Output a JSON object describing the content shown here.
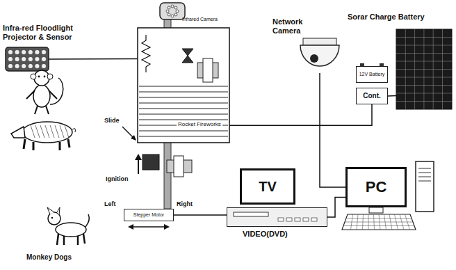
{
  "diagram": {
    "nodes": [
      {
        "text": [
          "Infrared Camera"
        ]
      },
      {
        "text": [
          "Infra-red Floodlight Projector & Sensor"
        ]
      },
      {
        "text": [
          "Rocket Fireworks"
        ]
      },
      {
        "text": [
          "Network Camera"
        ]
      },
      {
        "text": [
          "Sorar Charge Battery"
        ]
      },
      {
        "text": [
          "12V Battery"
        ]
      },
      {
        "text": [
          "Cont."
        ]
      },
      {
        "text": [
          "Stepper Motor"
        ]
      },
      {
        "text": [
          "TV"
        ]
      },
      {
        "text": [
          "VIDEO(DVD)"
        ]
      },
      {
        "text": [
          "PC"
        ]
      }
    ],
    "edges": [
      {
        "from": 1,
        "to": 2,
        "arrow": "none"
      },
      {
        "from": 2,
        "to": 6,
        "arrow": "none"
      },
      {
        "from": 6,
        "to": 4,
        "arrow": "none"
      },
      {
        "from": 7,
        "to": 9,
        "arrow": "none"
      },
      {
        "from": 3,
        "to": 10,
        "arrow": "none"
      },
      {
        "from": 9,
        "to": 10,
        "arrow": "none"
      }
    ],
    "labels": [
      "Slide",
      "Ignition",
      "Left",
      "Right",
      "Monkey Dogs"
    ]
  }
}
